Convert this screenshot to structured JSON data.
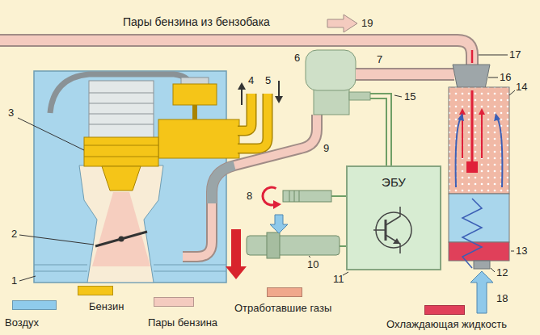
{
  "diagram": {
    "nodes": [
      {
        "text": [
          "ЭБУ"
        ]
      }
    ],
    "labels": [
      "Пары бензина из бензобака",
      "19",
      "3",
      "4",
      "5",
      "6",
      "7",
      "15",
      "17",
      "16",
      "14",
      "2",
      "9",
      "8",
      "1",
      "10",
      "11",
      "12",
      "13",
      "18"
    ],
    "legend": [
      {
        "text": "Воздух",
        "color": "#8fcbec"
      },
      {
        "text": "Бензин",
        "color": "#f5c518"
      },
      {
        "text": "Пары бензина",
        "color": "#f4cbbf"
      },
      {
        "text": "Отработавшие газы",
        "color": "#f0a88c"
      },
      {
        "text": "Охлаждающая жидкость",
        "color": "#e0405a"
      }
    ]
  }
}
